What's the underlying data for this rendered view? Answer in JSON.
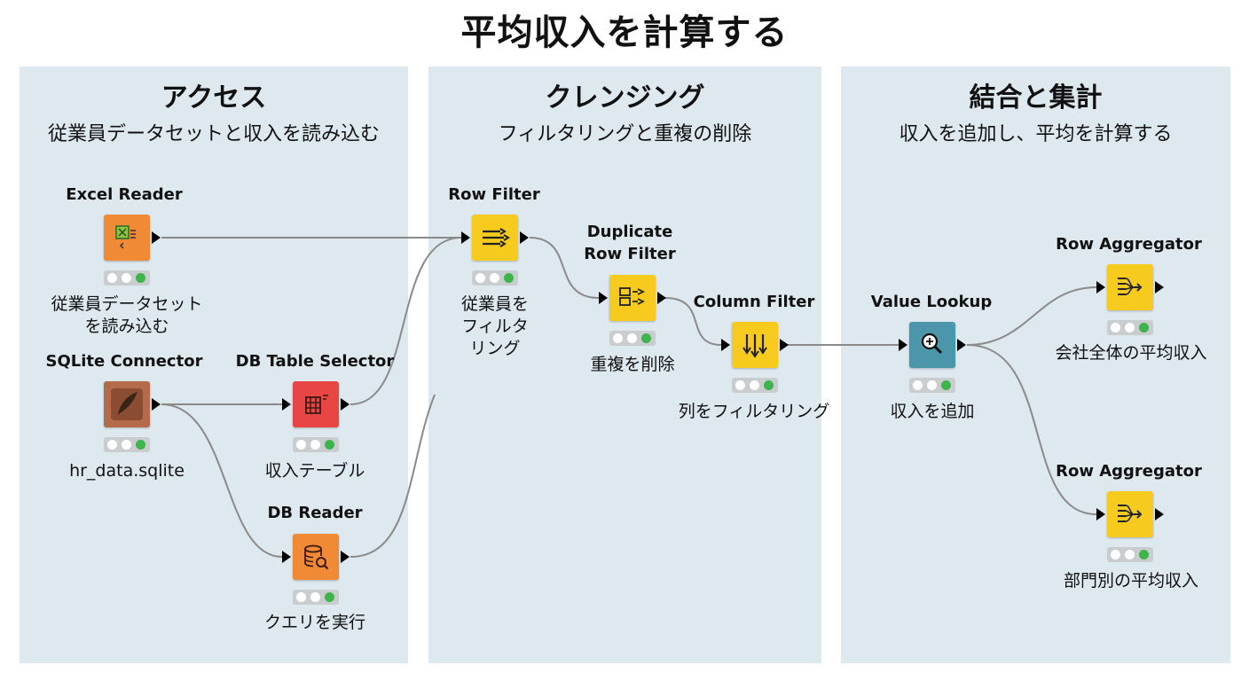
{
  "title": "平均収入を計算する",
  "sections": [
    {
      "title": "アクセス",
      "subtitle": "従業員データセットと収入を読み込む"
    },
    {
      "title": "クレンジング",
      "subtitle": "フィルタリングと重複の削除"
    },
    {
      "title": "結合と集計",
      "subtitle": "収入を追加し、平均を計算する"
    }
  ],
  "nodes": {
    "excel_reader": {
      "name": "Excel Reader",
      "caption_l1": "従業員データセット",
      "caption_l2": "を読み込む",
      "color": "#f08a34",
      "icon": "excel-icon"
    },
    "sqlite_connector": {
      "name": "SQLite Connector",
      "caption": "hr_data.sqlite",
      "color": "#b56a4a",
      "icon": "feather-icon"
    },
    "db_table_selector": {
      "name": "DB Table Selector",
      "caption": "収入テーブル",
      "color": "#e84545",
      "icon": "table-select-icon"
    },
    "db_reader": {
      "name": "DB Reader",
      "caption": "クエリを実行",
      "color": "#f08a34",
      "icon": "database-search-icon"
    },
    "row_filter": {
      "name": "Row Filter",
      "caption_l1": "従業員を",
      "caption_l2": "フィルタ",
      "caption_l3": "リング",
      "color": "#f6cb1e",
      "icon": "row-filter-icon"
    },
    "duplicate_row_filter": {
      "name_l1": "Duplicate",
      "name_l2": "Row Filter",
      "caption": "重複を削除",
      "color": "#f6cb1e",
      "icon": "duplicate-filter-icon"
    },
    "column_filter": {
      "name": "Column Filter",
      "caption": "列をフィルタリング",
      "color": "#f6cb1e",
      "icon": "column-filter-icon"
    },
    "value_lookup": {
      "name": "Value Lookup",
      "caption": "収入を追加",
      "color": "#4b96aa",
      "icon": "magnifier-plus-icon"
    },
    "row_aggregator_1": {
      "name": "Row Aggregator",
      "caption": "会社全体の平均収入",
      "color": "#f6cb1e",
      "icon": "aggregator-icon"
    },
    "row_aggregator_2": {
      "name": "Row Aggregator",
      "caption": "部門別の平均収入",
      "color": "#f6cb1e",
      "icon": "aggregator-icon"
    }
  }
}
